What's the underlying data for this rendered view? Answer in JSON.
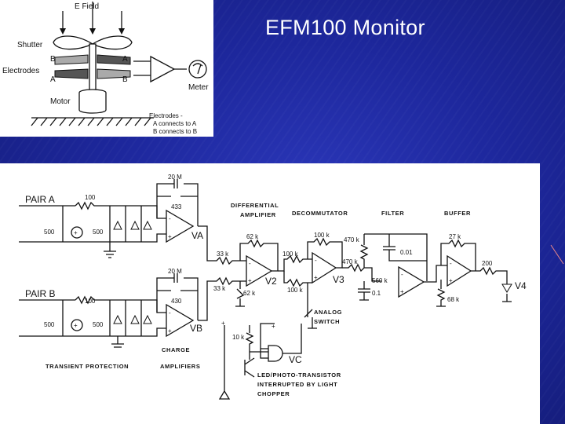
{
  "slide": {
    "title": "EFM100 Monitor",
    "accent_color": "#1d279c"
  },
  "sensor_diagram": {
    "e_field": "E Field",
    "shutter": "Shutter",
    "electrodes": "Electrodes",
    "motor": "Motor",
    "meter": "Meter",
    "label_a": "A",
    "label_b": "B",
    "note_line1": "Electrodes -",
    "note_line2": "A connects to A",
    "note_line3": "B connects to B"
  },
  "schematic": {
    "pair_a": "PAIR A",
    "pair_b": "PAIR B",
    "r100": "100",
    "r500": "500",
    "r20m": "20 M",
    "c433": "433",
    "c430": "430",
    "va": "VA",
    "vb": "VB",
    "differential_1": "DIFFERENTIAL",
    "differential_2": "AMPLIFIER",
    "decommutator": "DECOMMUTATOR",
    "filter": "FILTER",
    "buffer": "BUFFER",
    "r62k": "62 k",
    "r33k": "33 k",
    "r100k": "100 k",
    "r470k": "470 k",
    "c001": "0.01",
    "r560k": "560 k",
    "c01": "0.1",
    "r27k": "27 k",
    "r200": "200",
    "r68k": "68 k",
    "v2": "V2",
    "v3": "V3",
    "v4": "V4",
    "vc": "VC",
    "r10k": "10 k",
    "analog_1": "ANALOG",
    "analog_2": "SWITCH",
    "charge": "CHARGE",
    "amplifiers": "AMPLIFIERS",
    "transient": "TRANSIENT  PROTECTION",
    "led_1": "LED/PHOTO-TRANSISTOR",
    "led_2": "INTERRUPTED BY LIGHT",
    "led_3": "CHOPPER",
    "plus": "+",
    "minus": "-"
  }
}
